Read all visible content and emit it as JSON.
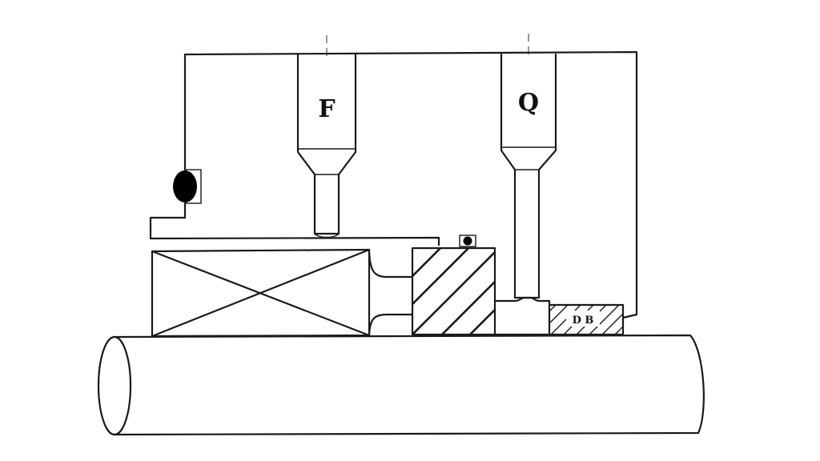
{
  "diagram": {
    "labels": {
      "left_tube": "F",
      "right_tube": "Q",
      "seat": "D B"
    },
    "colors": {
      "line": "#1a1a1a",
      "background": "#ffffff"
    }
  }
}
